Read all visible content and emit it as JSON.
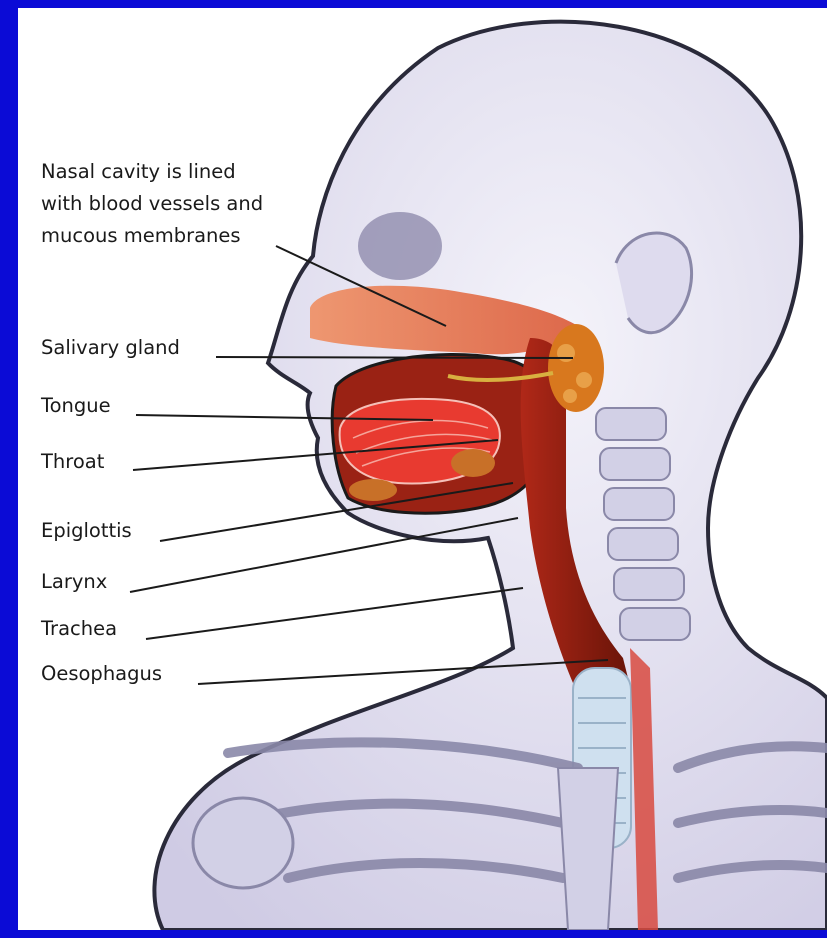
{
  "colors": {
    "slide_background": "#0b0bd6",
    "figure_background": "#ffffff",
    "body_outline": "#2a2a3a",
    "body_fill": "#e6e4f2",
    "bone_fill": "#d2d0e6",
    "airway": "#8a2010",
    "nasal_tissue": "#e0663a",
    "tongue": "#e83a30",
    "gland": "#d8781e",
    "leader_line": "#1a1a1a"
  },
  "labels": {
    "nasal_cavity": [
      "Nasal cavity is lined",
      "with blood vessels and",
      "mucous membranes"
    ],
    "salivary_gland": "Salivary gland",
    "tongue": "Tongue",
    "throat": "Throat",
    "epiglottis": "Epiglottis",
    "larynx": "Larynx",
    "trachea": "Trachea",
    "oesophagus": "Oesophagus"
  }
}
